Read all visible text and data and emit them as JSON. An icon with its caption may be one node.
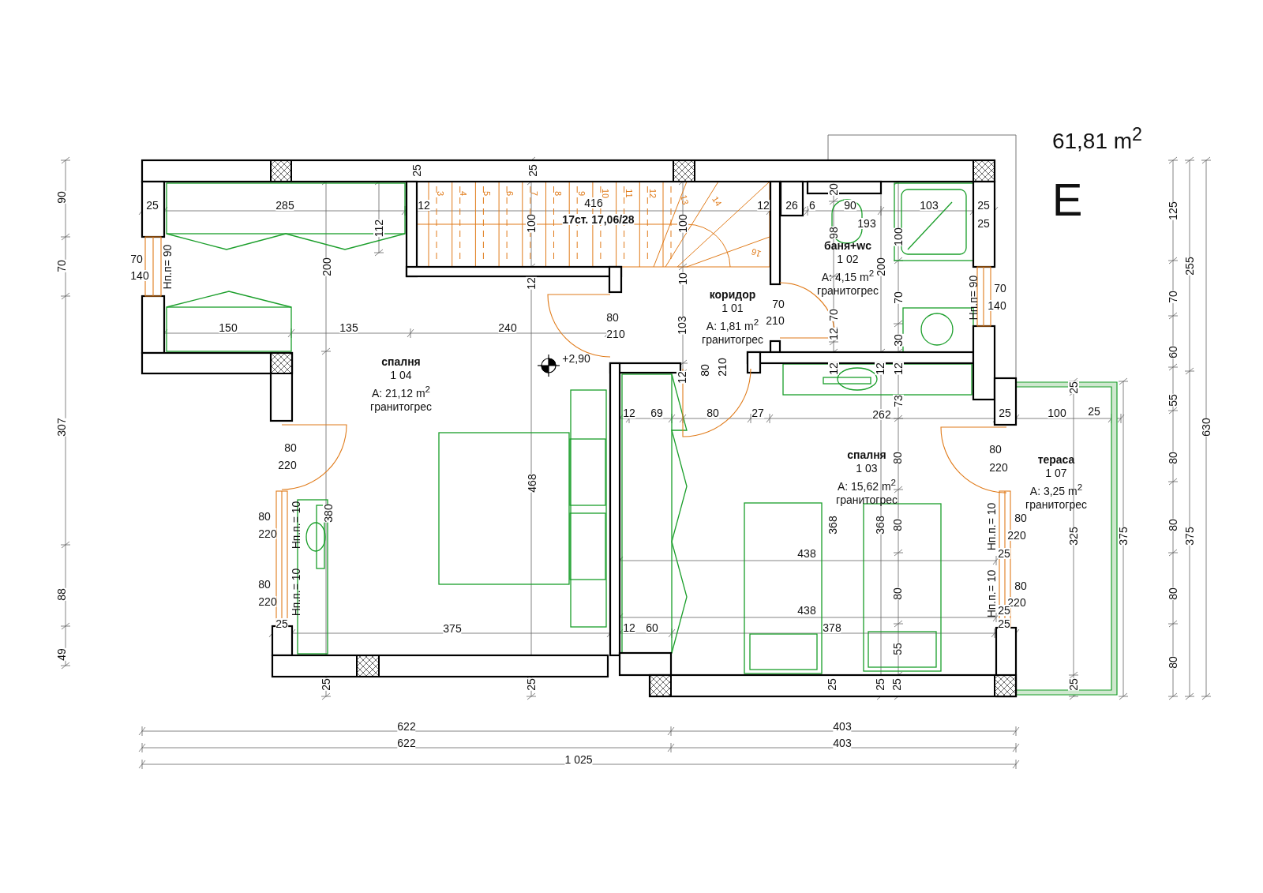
{
  "diagram": {
    "title": "61,81 m$^{2}$",
    "nodes": [
      {
        "text": [
          "баня+wc",
          "1 02",
          "A: 4,15 m$^{2}$",
          "гранитогрес"
        ]
      },
      {
        "text": [
          "коридор",
          "1 01",
          "A: 1,81 m$^{2}$",
          "гранитогрес"
        ]
      },
      {
        "text": [
          "спалня",
          "1 04",
          "A: 21,12 m$^{2}$",
          "гранитогрес"
        ]
      },
      {
        "text": [
          "спалня",
          "1 03",
          "A: 15,62 m$^{2}$",
          "гранитогрес"
        ]
      },
      {
        "text": [
          "тераса",
          "1 07",
          "A: 3,25 m$^{2}$",
          "гранитогрес"
        ]
      }
    ],
    "labels": [
      "25",
      "25",
      "20",
      "90",
      "E",
      "3",
      "4",
      "5",
      "6",
      "7",
      "8",
      "9",
      "10",
      "11",
      "12",
      "13",
      "14",
      "25",
      "285",
      "12",
      "416",
      "12",
      "26",
      "6",
      "90",
      "103",
      "25",
      "125",
      "17ст. 17,06/28",
      "100",
      "100",
      "193",
      "25",
      "112",
      "98",
      "100",
      "16",
      "70",
      "70",
      "Нп.п= 90",
      "200",
      "200",
      "255",
      "140",
      "10",
      "12",
      "70",
      "70",
      "Нп.п= 90",
      "70",
      "70",
      "70",
      "140",
      "80",
      "210",
      "103",
      "150",
      "135",
      "240",
      "210",
      "12",
      "30",
      "60",
      "+2,90",
      "210",
      "80",
      "12",
      "12",
      "12",
      "12",
      "25",
      "73",
      "55",
      "12",
      "69",
      "80",
      "27",
      "262",
      "25",
      "100",
      "25",
      "307",
      "630",
      "80",
      "80",
      "80",
      "80",
      "220",
      "220",
      "468",
      "380",
      "80",
      "80",
      "Нп.п.= 10",
      "368",
      "368",
      "80",
      "Нп.п.= 10",
      "325",
      "375",
      "80",
      "375",
      "220",
      "220",
      "438",
      "25",
      "88",
      "80",
      "Нп.п.= 10",
      "80",
      "Нп.п.= 10",
      "80",
      "80",
      "220",
      "220",
      "438",
      "25",
      "25",
      "375",
      "12",
      "60",
      "378",
      "25",
      "55",
      "49",
      "80",
      "25",
      "25",
      "25",
      "25",
      "25",
      "25",
      "622",
      "403",
      "622",
      "403",
      "1 025"
    ]
  }
}
